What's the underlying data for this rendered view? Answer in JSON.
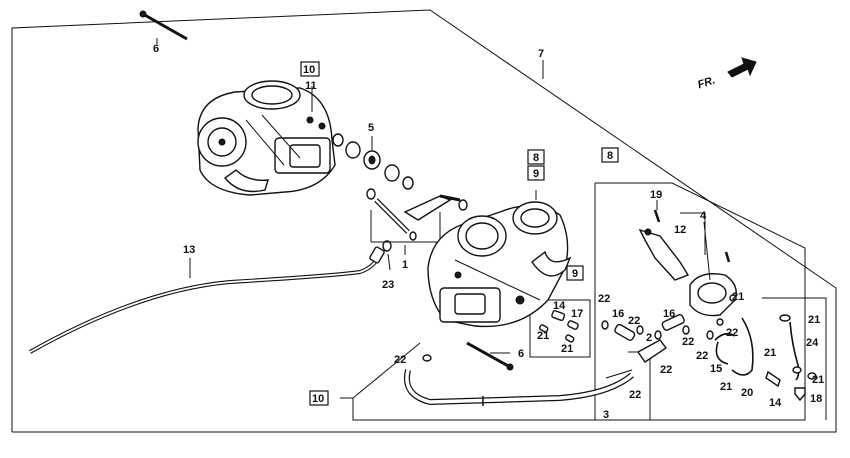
{
  "direction_marker": "FR.",
  "footer_note": "",
  "callouts": [
    {
      "id": "c6a",
      "text": "6",
      "boxed": false
    },
    {
      "id": "c7",
      "text": "7",
      "boxed": false
    },
    {
      "id": "c10a",
      "text": "10",
      "boxed": true
    },
    {
      "id": "c11",
      "text": "11",
      "boxed": false
    },
    {
      "id": "c5",
      "text": "5",
      "boxed": false
    },
    {
      "id": "c8a",
      "text": "8",
      "boxed": true
    },
    {
      "id": "c9a",
      "text": "9",
      "boxed": true
    },
    {
      "id": "c8b",
      "text": "8",
      "boxed": true
    },
    {
      "id": "c19",
      "text": "19",
      "boxed": false
    },
    {
      "id": "c4",
      "text": "4",
      "boxed": false
    },
    {
      "id": "c12",
      "text": "12",
      "boxed": false
    },
    {
      "id": "c13",
      "text": "13",
      "boxed": false
    },
    {
      "id": "c1",
      "text": "1",
      "boxed": false
    },
    {
      "id": "c23",
      "text": "23",
      "boxed": false
    },
    {
      "id": "c9b",
      "text": "9",
      "boxed": true
    },
    {
      "id": "c14a",
      "text": "14",
      "boxed": false
    },
    {
      "id": "c17",
      "text": "17",
      "boxed": false
    },
    {
      "id": "c21a",
      "text": "21",
      "boxed": false
    },
    {
      "id": "c21b",
      "text": "21",
      "boxed": false
    },
    {
      "id": "c22a",
      "text": "22",
      "boxed": false
    },
    {
      "id": "c16a",
      "text": "16",
      "boxed": false
    },
    {
      "id": "c22b",
      "text": "22",
      "boxed": false
    },
    {
      "id": "c2",
      "text": "2",
      "boxed": false
    },
    {
      "id": "c16b",
      "text": "16",
      "boxed": false
    },
    {
      "id": "c22c",
      "text": "22",
      "boxed": false
    },
    {
      "id": "c22d",
      "text": "22",
      "boxed": false
    },
    {
      "id": "c22e",
      "text": "22",
      "boxed": false
    },
    {
      "id": "c21c",
      "text": "21",
      "boxed": false
    },
    {
      "id": "c22f",
      "text": "22",
      "boxed": false
    },
    {
      "id": "c15",
      "text": "15",
      "boxed": false
    },
    {
      "id": "c21d",
      "text": "21",
      "boxed": false
    },
    {
      "id": "c20",
      "text": "20",
      "boxed": false
    },
    {
      "id": "c21e",
      "text": "21",
      "boxed": false
    },
    {
      "id": "c24",
      "text": "24",
      "boxed": false
    },
    {
      "id": "c21f",
      "text": "21",
      "boxed": false
    },
    {
      "id": "c21g",
      "text": "21",
      "boxed": false
    },
    {
      "id": "c14b",
      "text": "14",
      "boxed": false
    },
    {
      "id": "c18",
      "text": "18",
      "boxed": false
    },
    {
      "id": "c6b",
      "text": "6",
      "boxed": false
    },
    {
      "id": "c22g",
      "text": "22",
      "boxed": false
    },
    {
      "id": "c22h",
      "text": "22",
      "boxed": false
    },
    {
      "id": "c10b",
      "text": "10",
      "boxed": true
    },
    {
      "id": "c3",
      "text": "3",
      "boxed": false
    }
  ]
}
